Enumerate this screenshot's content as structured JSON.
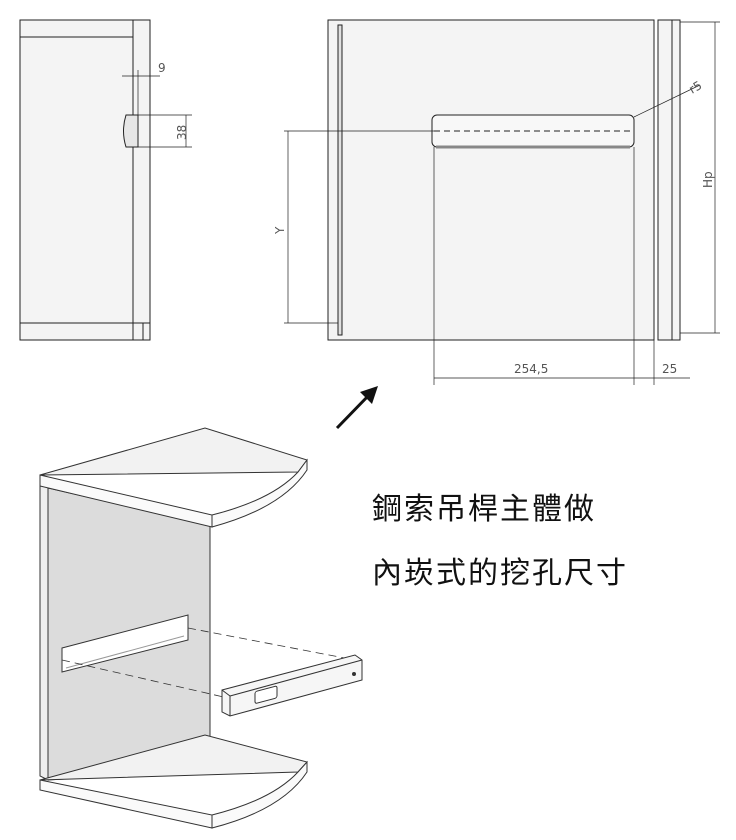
{
  "dimensions": {
    "side_depth": "9",
    "side_height": "38",
    "radius": "r5",
    "height": "Hp",
    "offset_y": "Y",
    "width": "254,5",
    "edge": "25"
  },
  "caption": {
    "line1": "鋼索吊桿主體做",
    "line2": "內崁式的挖孔尺寸"
  },
  "colors": {
    "panel_fill": "#f4f4f4",
    "stroke": "#222222"
  }
}
